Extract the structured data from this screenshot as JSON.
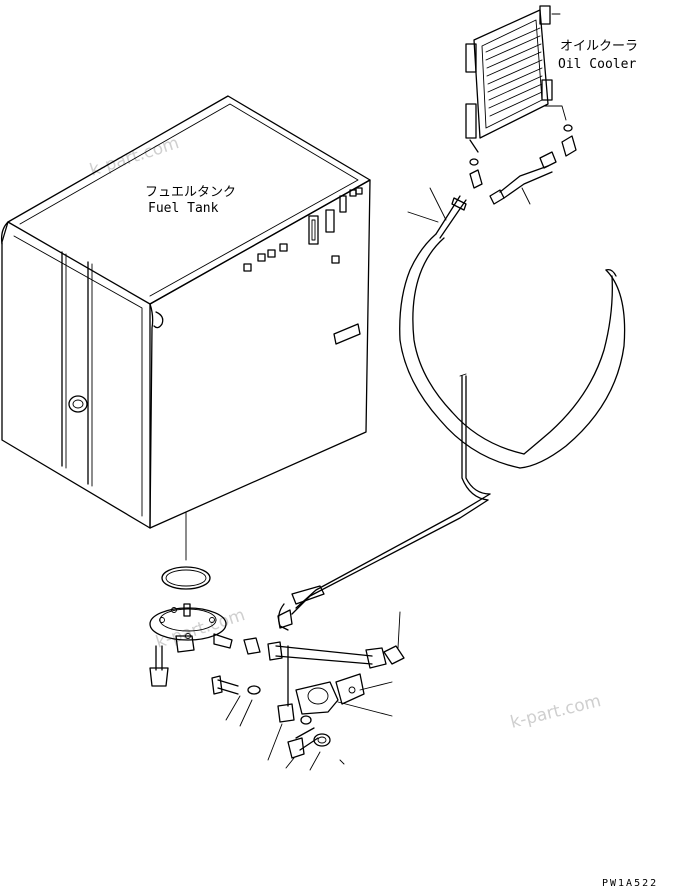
{
  "labels": {
    "oil_cooler_jp": "オイルクーラ",
    "oil_cooler_en": "Oil Cooler",
    "fuel_tank_jp": "フュエルタンク",
    "fuel_tank_en": "Fuel Tank"
  },
  "watermarks": [
    "k-part.com",
    "k-part.com",
    "k-part.com"
  ],
  "drawing_code": "PW1A522"
}
